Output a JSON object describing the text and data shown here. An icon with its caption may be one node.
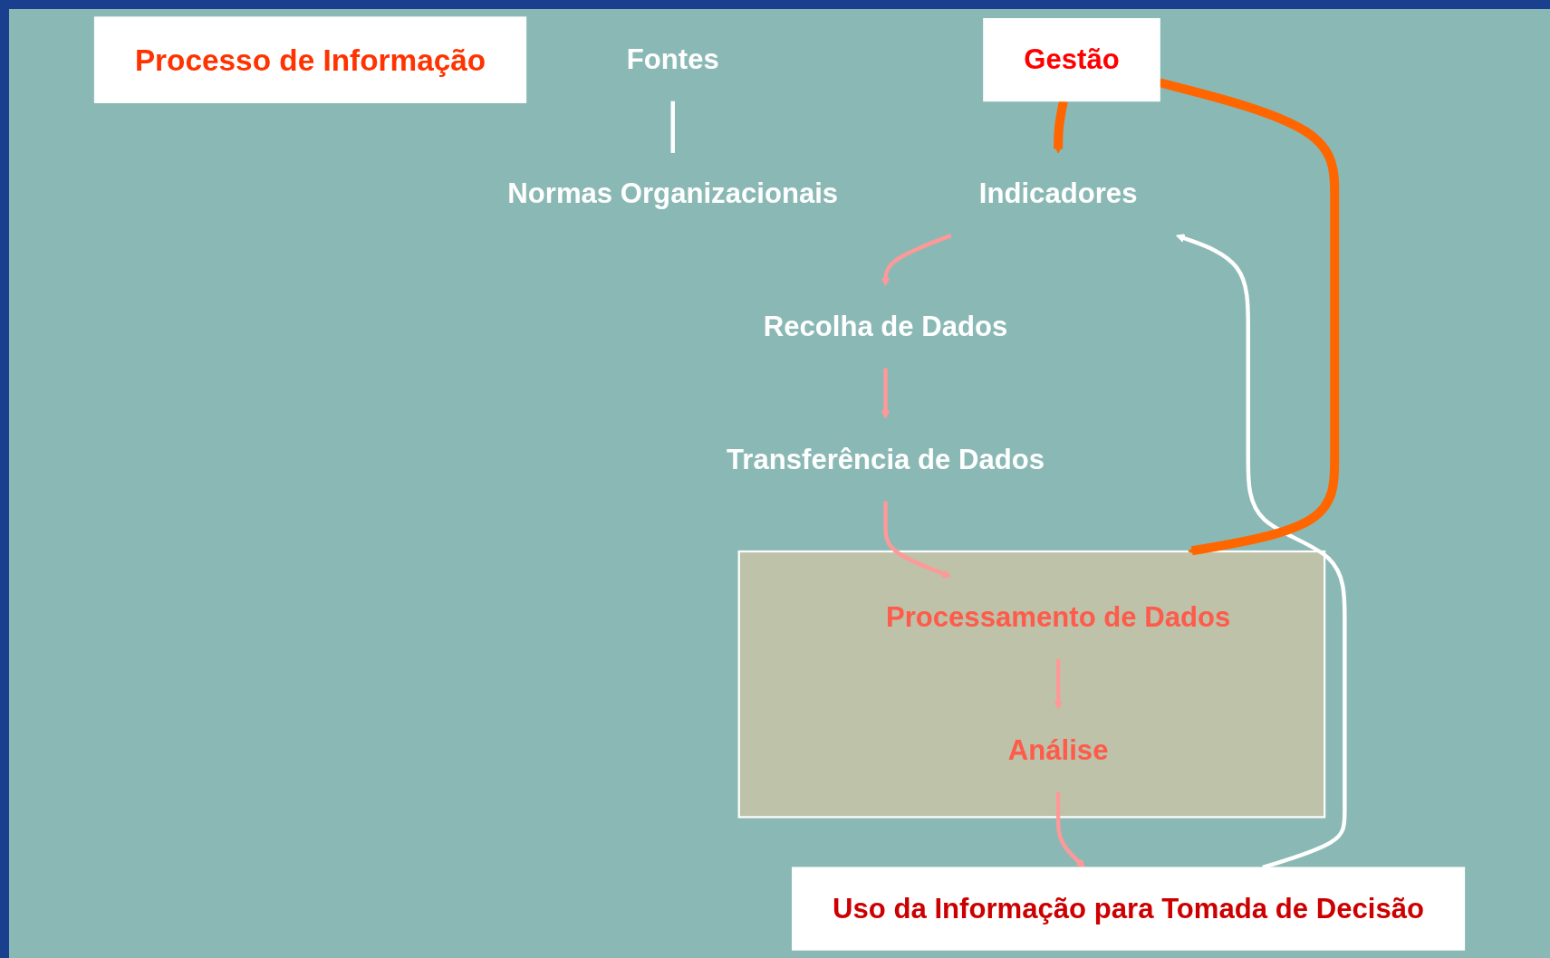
{
  "diagram": {
    "nodes": [
      {
        "text": [
          "Processo de Informação"
        ]
      },
      {
        "text": [
          "Indicadores"
        ]
      },
      {
        "text": [
          "Recolha de Dados"
        ]
      },
      {
        "text": [
          "Transferência de Dados"
        ]
      },
      {
        "text": [],
        "shape": "box"
      },
      {
        "text": [
          "Processamento de Dados"
        ],
        "in": 4
      },
      {
        "text": [
          "Análise"
        ],
        "in": 4
      },
      {
        "text": [
          "Uso da Informação para Tomada de Decisão"
        ]
      },
      {
        "text": [
          "Fontes"
        ]
      },
      {
        "text": [
          "Gestão"
        ]
      },
      {
        "text": [
          "Normas Organizacionais"
        ]
      }
    ],
    "edges": [
      {
        "from": 1,
        "to": 2,
        "arrow": "to"
      },
      {
        "from": 2,
        "to": 3,
        "arrow": "to"
      },
      {
        "from": 3,
        "to": 5,
        "arrow": "to"
      },
      {
        "from": 5,
        "to": 6,
        "arrow": "to"
      },
      {
        "from": 6,
        "to": 7,
        "arrow": "to"
      },
      {
        "from": 7,
        "to": 1,
        "arrow": "to",
        "color": "#ffffff"
      },
      {
        "from": 9,
        "to": 1,
        "arrow": "to",
        "style": "thick",
        "color": "#ff6600"
      },
      {
        "from": 9,
        "to": 4,
        "arrow": "to",
        "style": "thick",
        "color": "#ff6600"
      },
      {
        "from": 8,
        "to": 10,
        "arrow": "none",
        "color": "#ffffff"
      }
    ]
  }
}
